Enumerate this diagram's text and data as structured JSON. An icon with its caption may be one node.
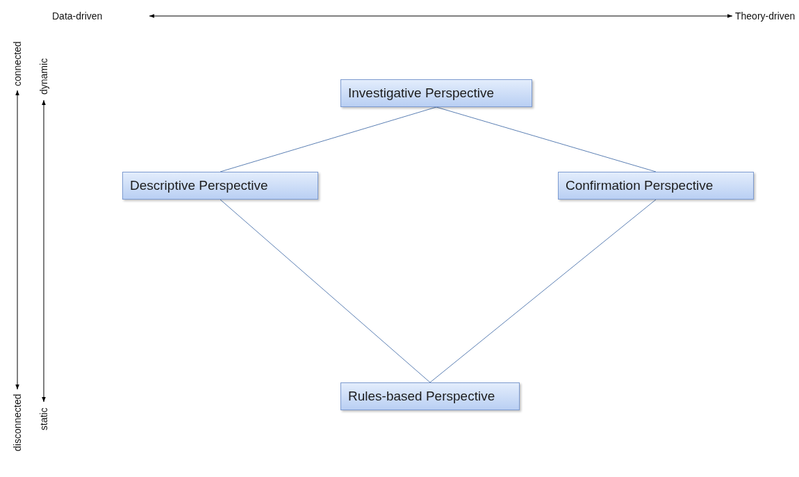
{
  "diagram": {
    "nodes": [
      {
        "text": [
          "Data-driven"
        ]
      },
      {
        "text": [
          "Theory-driven"
        ]
      },
      {
        "text": [
          "connected"
        ]
      },
      {
        "text": [
          "disconnected"
        ]
      },
      {
        "text": [
          "dynamic"
        ]
      },
      {
        "text": [
          "static"
        ]
      },
      {
        "text": [
          "Investigative Perspective"
        ]
      },
      {
        "text": [
          "Descriptive Perspective"
        ]
      },
      {
        "text": [
          "Confirmation Perspective"
        ]
      },
      {
        "text": [
          "Rules-based Perspective"
        ]
      }
    ],
    "edges": [
      {
        "from": 0,
        "to": 1,
        "arrow": "both",
        "color": "#000000"
      },
      {
        "from": 3,
        "to": 2,
        "arrow": "both",
        "color": "#000000"
      },
      {
        "from": 5,
        "to": 4,
        "arrow": "both",
        "color": "#000000"
      },
      {
        "from": 6,
        "to": 7,
        "arrow": "none"
      },
      {
        "from": 6,
        "to": 8,
        "arrow": "none"
      },
      {
        "from": 7,
        "to": 9,
        "arrow": "none"
      },
      {
        "from": 8,
        "to": 9,
        "arrow": "none"
      }
    ]
  }
}
